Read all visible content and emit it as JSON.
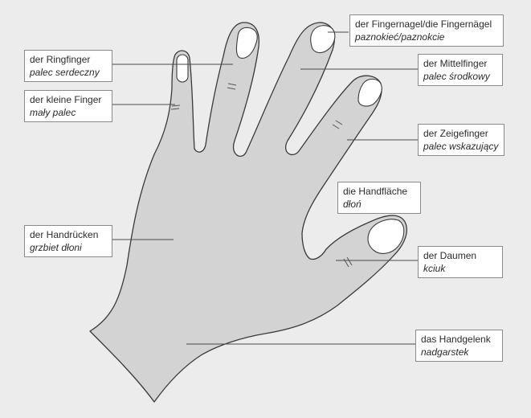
{
  "colors": {
    "background": "#ececec",
    "hand_fill": "#d3d3d3",
    "outline": "#3a3a3a",
    "label_border": "#8a8a8a",
    "leader_line": "#4a4a4a"
  },
  "labels": {
    "fingernail": {
      "de": "der Fingernagel/die Fingernägel",
      "pl": "paznokieć/paznokcie"
    },
    "ring_finger": {
      "de": "der Ringfinger",
      "pl": "palec serdeczny"
    },
    "little_finger": {
      "de": "der kleine Finger",
      "pl": "mały palec"
    },
    "middle_finger": {
      "de": "der Mittelfinger",
      "pl": "palec środkowy"
    },
    "index_finger": {
      "de": "der Zeigefinger",
      "pl": "palec wskazujący"
    },
    "palm": {
      "de": "die Handfläche",
      "pl": "dłoń"
    },
    "back_of_hand": {
      "de": "der Handrücken",
      "pl": "grzbiet dłoni"
    },
    "thumb": {
      "de": "der Daumen",
      "pl": "kciuk"
    },
    "wrist": {
      "de": "das Handgelenk",
      "pl": "nadgarstek"
    }
  }
}
